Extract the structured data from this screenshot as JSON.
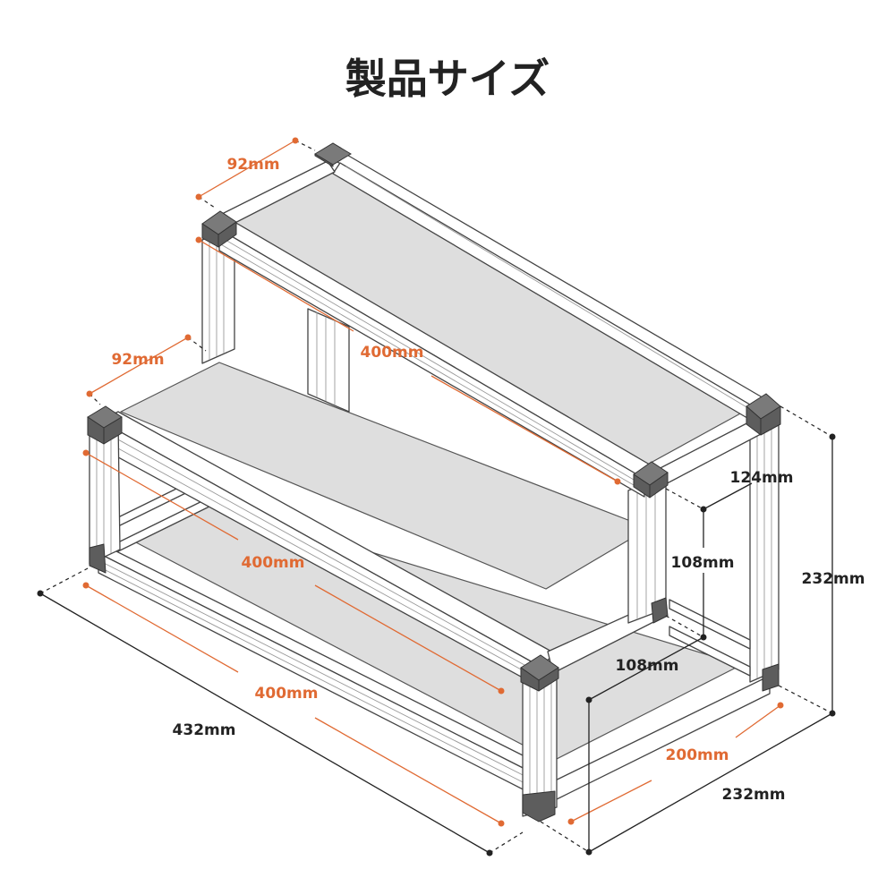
{
  "title": "製品サイズ",
  "colors": {
    "accent": "#e06a33",
    "dimension_black": "#222222",
    "board": "#dedede",
    "joint": "#5d5d5d"
  },
  "dimensions": {
    "top_step_depth": "92mm",
    "middle_step_depth": "92mm",
    "top_step_width": "400mm",
    "middle_step_width": "400mm",
    "bottom_width": "400mm",
    "overall_width": "432mm",
    "top_step_height": "124mm",
    "middle_step_height": "108mm",
    "bottom_step_height": "108mm",
    "overall_height": "232mm",
    "inner_depth": "200mm",
    "overall_depth": "232mm"
  }
}
